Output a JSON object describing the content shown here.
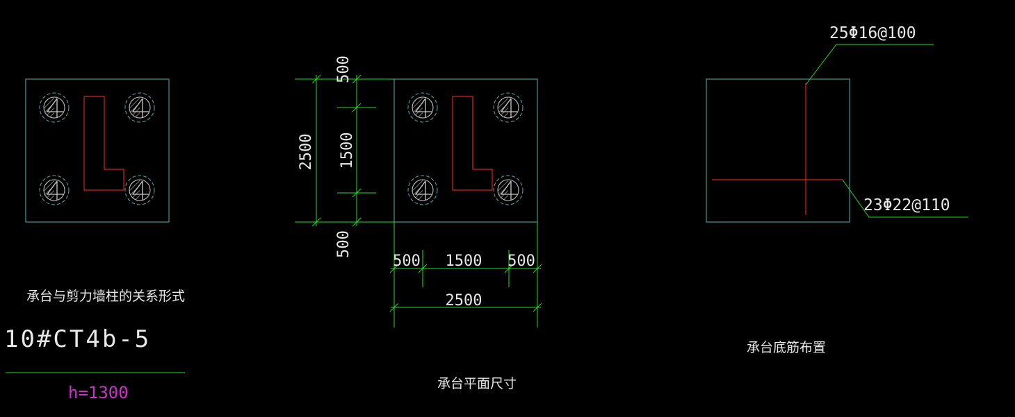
{
  "colors": {
    "background": "#000000",
    "outline": "#4fb3b3",
    "dimension": "#22dd22",
    "wall": "#dd2222",
    "pile": "#cccccc",
    "text": "#e8e8e8",
    "height_text": "#cc33cc"
  },
  "panel_relationship": {
    "caption": "承台与剪力墙柱的关系形式",
    "cap_label": "10#CT4b-5",
    "height_label": "h=1300"
  },
  "panel_plan": {
    "caption": "承台平面尺寸",
    "vertical_dims": {
      "top_edge": "500",
      "middle": "1500",
      "bottom_edge": "500",
      "total": "2500"
    },
    "horizontal_dims": {
      "left_edge": "500",
      "middle": "1500",
      "right_edge": "500",
      "total": "2500"
    }
  },
  "panel_rebar": {
    "caption": "承台底筋布置",
    "rebar_vertical": "25Φ16@100",
    "rebar_horizontal": "23Φ22@110"
  }
}
